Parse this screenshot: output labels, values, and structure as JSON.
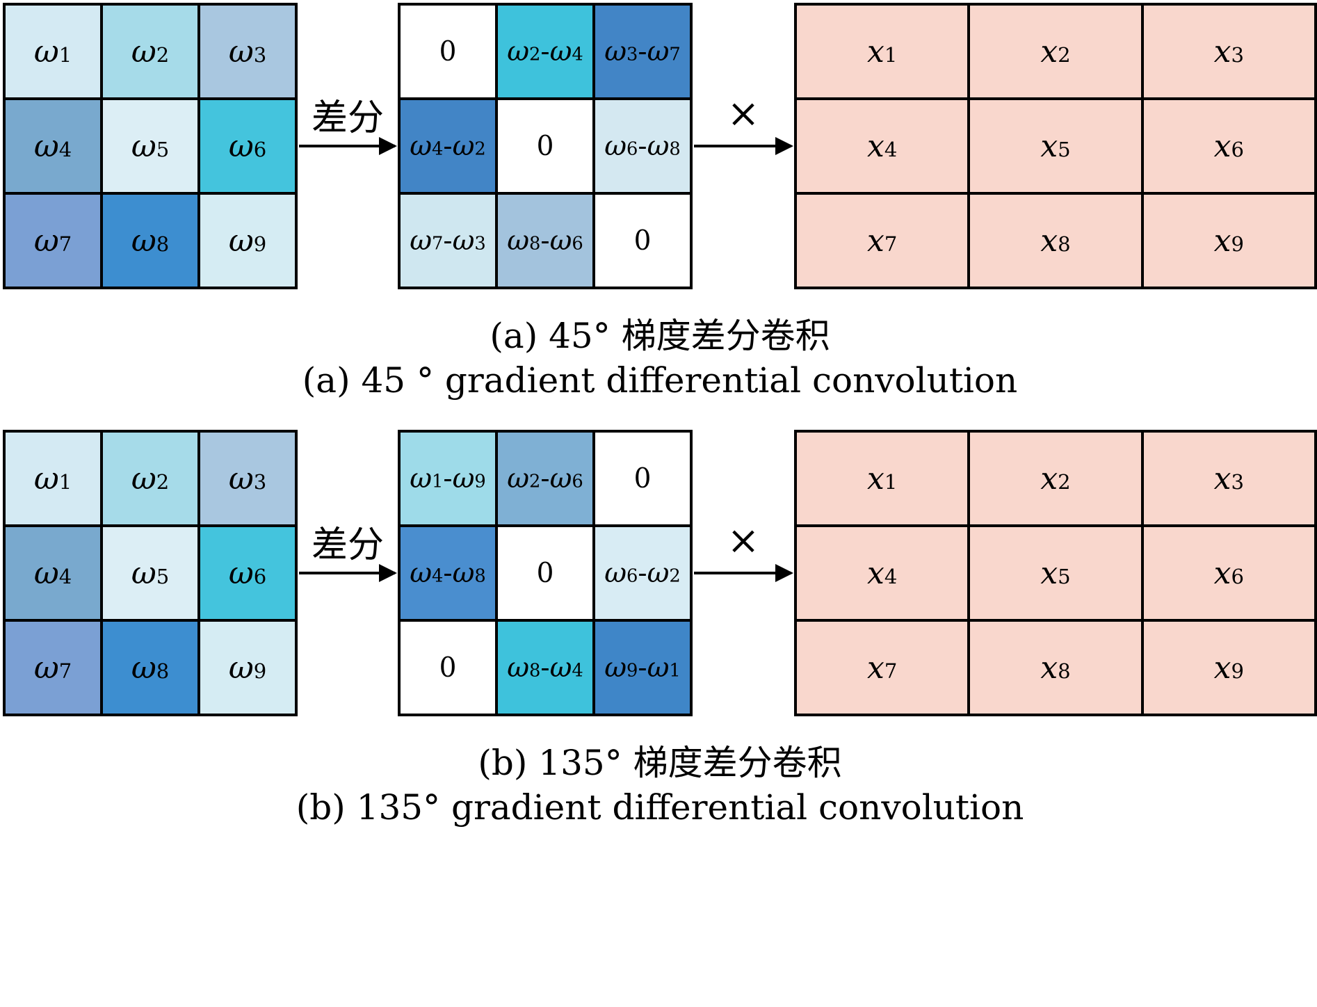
{
  "panels": [
    {
      "id": "a",
      "diff_label": "差分",
      "times_label": "×",
      "caption_zh": "(a) 45° 梯度差分卷积",
      "caption_en": "(a) 45 ° gradient differential convolution",
      "weight_grid": {
        "cells": [
          {
            "segs": [
              [
                "ω",
                "1"
              ]
            ],
            "color": "#d4eaf3"
          },
          {
            "segs": [
              [
                "ω",
                "2"
              ]
            ],
            "color": "#a6dbe9"
          },
          {
            "segs": [
              [
                "ω",
                "3"
              ]
            ],
            "color": "#a9c7e0"
          },
          {
            "segs": [
              [
                "ω",
                "4"
              ]
            ],
            "color": "#79a9ce"
          },
          {
            "segs": [
              [
                "ω",
                "5"
              ]
            ],
            "color": "#dceef5"
          },
          {
            "segs": [
              [
                "ω",
                "6"
              ]
            ],
            "color": "#44c4dd"
          },
          {
            "segs": [
              [
                "ω",
                "7"
              ]
            ],
            "color": "#7ba0d4"
          },
          {
            "segs": [
              [
                "ω",
                "8"
              ]
            ],
            "color": "#3d8ed0"
          },
          {
            "segs": [
              [
                "ω",
                "9"
              ]
            ],
            "color": "#d5ecf3"
          }
        ]
      },
      "diff_grid": {
        "cells": [
          {
            "segs": [
              [
                "0",
                ""
              ]
            ],
            "color": "#ffffff"
          },
          {
            "segs": [
              [
                "ω",
                "2"
              ],
              [
                "-",
                ""
              ],
              [
                "ω",
                "4"
              ]
            ],
            "color": "#3ec2dc"
          },
          {
            "segs": [
              [
                "ω",
                "3"
              ],
              [
                "-",
                ""
              ],
              [
                "ω",
                "7"
              ]
            ],
            "color": "#4285c6"
          },
          {
            "segs": [
              [
                "ω",
                "4"
              ],
              [
                "-",
                ""
              ],
              [
                "ω",
                "2"
              ]
            ],
            "color": "#4285c6"
          },
          {
            "segs": [
              [
                "0",
                ""
              ]
            ],
            "color": "#ffffff"
          },
          {
            "segs": [
              [
                "ω",
                "6"
              ],
              [
                "-",
                ""
              ],
              [
                "ω",
                "8"
              ]
            ],
            "color": "#d4e8f1"
          },
          {
            "segs": [
              [
                "ω",
                "7"
              ],
              [
                "-",
                ""
              ],
              [
                "ω",
                "3"
              ]
            ],
            "color": "#cfe7f0"
          },
          {
            "segs": [
              [
                "ω",
                "8"
              ],
              [
                "-",
                ""
              ],
              [
                "ω",
                "6"
              ]
            ],
            "color": "#a3c3dd"
          },
          {
            "segs": [
              [
                "0",
                ""
              ]
            ],
            "color": "#ffffff"
          }
        ]
      },
      "x_grid": {
        "cells": [
          {
            "segs": [
              [
                "x",
                "1"
              ]
            ],
            "color": "#f9d7cd"
          },
          {
            "segs": [
              [
                "x",
                "2"
              ]
            ],
            "color": "#f9d7cd"
          },
          {
            "segs": [
              [
                "x",
                "3"
              ]
            ],
            "color": "#f9d7cd"
          },
          {
            "segs": [
              [
                "x",
                "4"
              ]
            ],
            "color": "#f9d7cd"
          },
          {
            "segs": [
              [
                "x",
                "5"
              ]
            ],
            "color": "#f9d7cd"
          },
          {
            "segs": [
              [
                "x",
                "6"
              ]
            ],
            "color": "#f9d7cd"
          },
          {
            "segs": [
              [
                "x",
                "7"
              ]
            ],
            "color": "#f9d7cd"
          },
          {
            "segs": [
              [
                "x",
                "8"
              ]
            ],
            "color": "#f9d7cd"
          },
          {
            "segs": [
              [
                "x",
                "9"
              ]
            ],
            "color": "#f9d7cd"
          }
        ]
      }
    },
    {
      "id": "b",
      "diff_label": "差分",
      "times_label": "×",
      "caption_zh": "(b) 135° 梯度差分卷积",
      "caption_en": "(b) 135° gradient differential convolution",
      "weight_grid": {
        "cells": [
          {
            "segs": [
              [
                "ω",
                "1"
              ]
            ],
            "color": "#d4eaf3"
          },
          {
            "segs": [
              [
                "ω",
                "2"
              ]
            ],
            "color": "#a6dbe9"
          },
          {
            "segs": [
              [
                "ω",
                "3"
              ]
            ],
            "color": "#a9c7e0"
          },
          {
            "segs": [
              [
                "ω",
                "4"
              ]
            ],
            "color": "#79a9ce"
          },
          {
            "segs": [
              [
                "ω",
                "5"
              ]
            ],
            "color": "#dceef5"
          },
          {
            "segs": [
              [
                "ω",
                "6"
              ]
            ],
            "color": "#44c4dd"
          },
          {
            "segs": [
              [
                "ω",
                "7"
              ]
            ],
            "color": "#7ba0d4"
          },
          {
            "segs": [
              [
                "ω",
                "8"
              ]
            ],
            "color": "#3d8ed0"
          },
          {
            "segs": [
              [
                "ω",
                "9"
              ]
            ],
            "color": "#d5ecf3"
          }
        ]
      },
      "diff_grid": {
        "cells": [
          {
            "segs": [
              [
                "ω",
                "1"
              ],
              [
                "-",
                ""
              ],
              [
                "ω",
                "9"
              ]
            ],
            "color": "#9edbe9"
          },
          {
            "segs": [
              [
                "ω",
                "2"
              ],
              [
                "-",
                ""
              ],
              [
                "ω",
                "6"
              ]
            ],
            "color": "#7fb0d4"
          },
          {
            "segs": [
              [
                "0",
                ""
              ]
            ],
            "color": "#ffffff"
          },
          {
            "segs": [
              [
                "ω",
                "4"
              ],
              [
                "-",
                ""
              ],
              [
                "ω",
                "8"
              ]
            ],
            "color": "#4a8ecf"
          },
          {
            "segs": [
              [
                "0",
                ""
              ]
            ],
            "color": "#ffffff"
          },
          {
            "segs": [
              [
                "ω",
                "6"
              ],
              [
                "-",
                ""
              ],
              [
                "ω",
                "2"
              ]
            ],
            "color": "#d8ecf4"
          },
          {
            "segs": [
              [
                "0",
                ""
              ]
            ],
            "color": "#ffffff"
          },
          {
            "segs": [
              [
                "ω",
                "8"
              ],
              [
                "-",
                ""
              ],
              [
                "ω",
                "4"
              ]
            ],
            "color": "#3ec2dc"
          },
          {
            "segs": [
              [
                "ω",
                "9"
              ],
              [
                "-",
                ""
              ],
              [
                "ω",
                "1"
              ]
            ],
            "color": "#3f86c8"
          }
        ]
      },
      "x_grid": {
        "cells": [
          {
            "segs": [
              [
                "x",
                "1"
              ]
            ],
            "color": "#f9d7cd"
          },
          {
            "segs": [
              [
                "x",
                "2"
              ]
            ],
            "color": "#f9d7cd"
          },
          {
            "segs": [
              [
                "x",
                "3"
              ]
            ],
            "color": "#f9d7cd"
          },
          {
            "segs": [
              [
                "x",
                "4"
              ]
            ],
            "color": "#f9d7cd"
          },
          {
            "segs": [
              [
                "x",
                "5"
              ]
            ],
            "color": "#f9d7cd"
          },
          {
            "segs": [
              [
                "x",
                "6"
              ]
            ],
            "color": "#f9d7cd"
          },
          {
            "segs": [
              [
                "x",
                "7"
              ]
            ],
            "color": "#f9d7cd"
          },
          {
            "segs": [
              [
                "x",
                "8"
              ]
            ],
            "color": "#f9d7cd"
          },
          {
            "segs": [
              [
                "x",
                "9"
              ]
            ],
            "color": "#f9d7cd"
          }
        ]
      }
    }
  ]
}
